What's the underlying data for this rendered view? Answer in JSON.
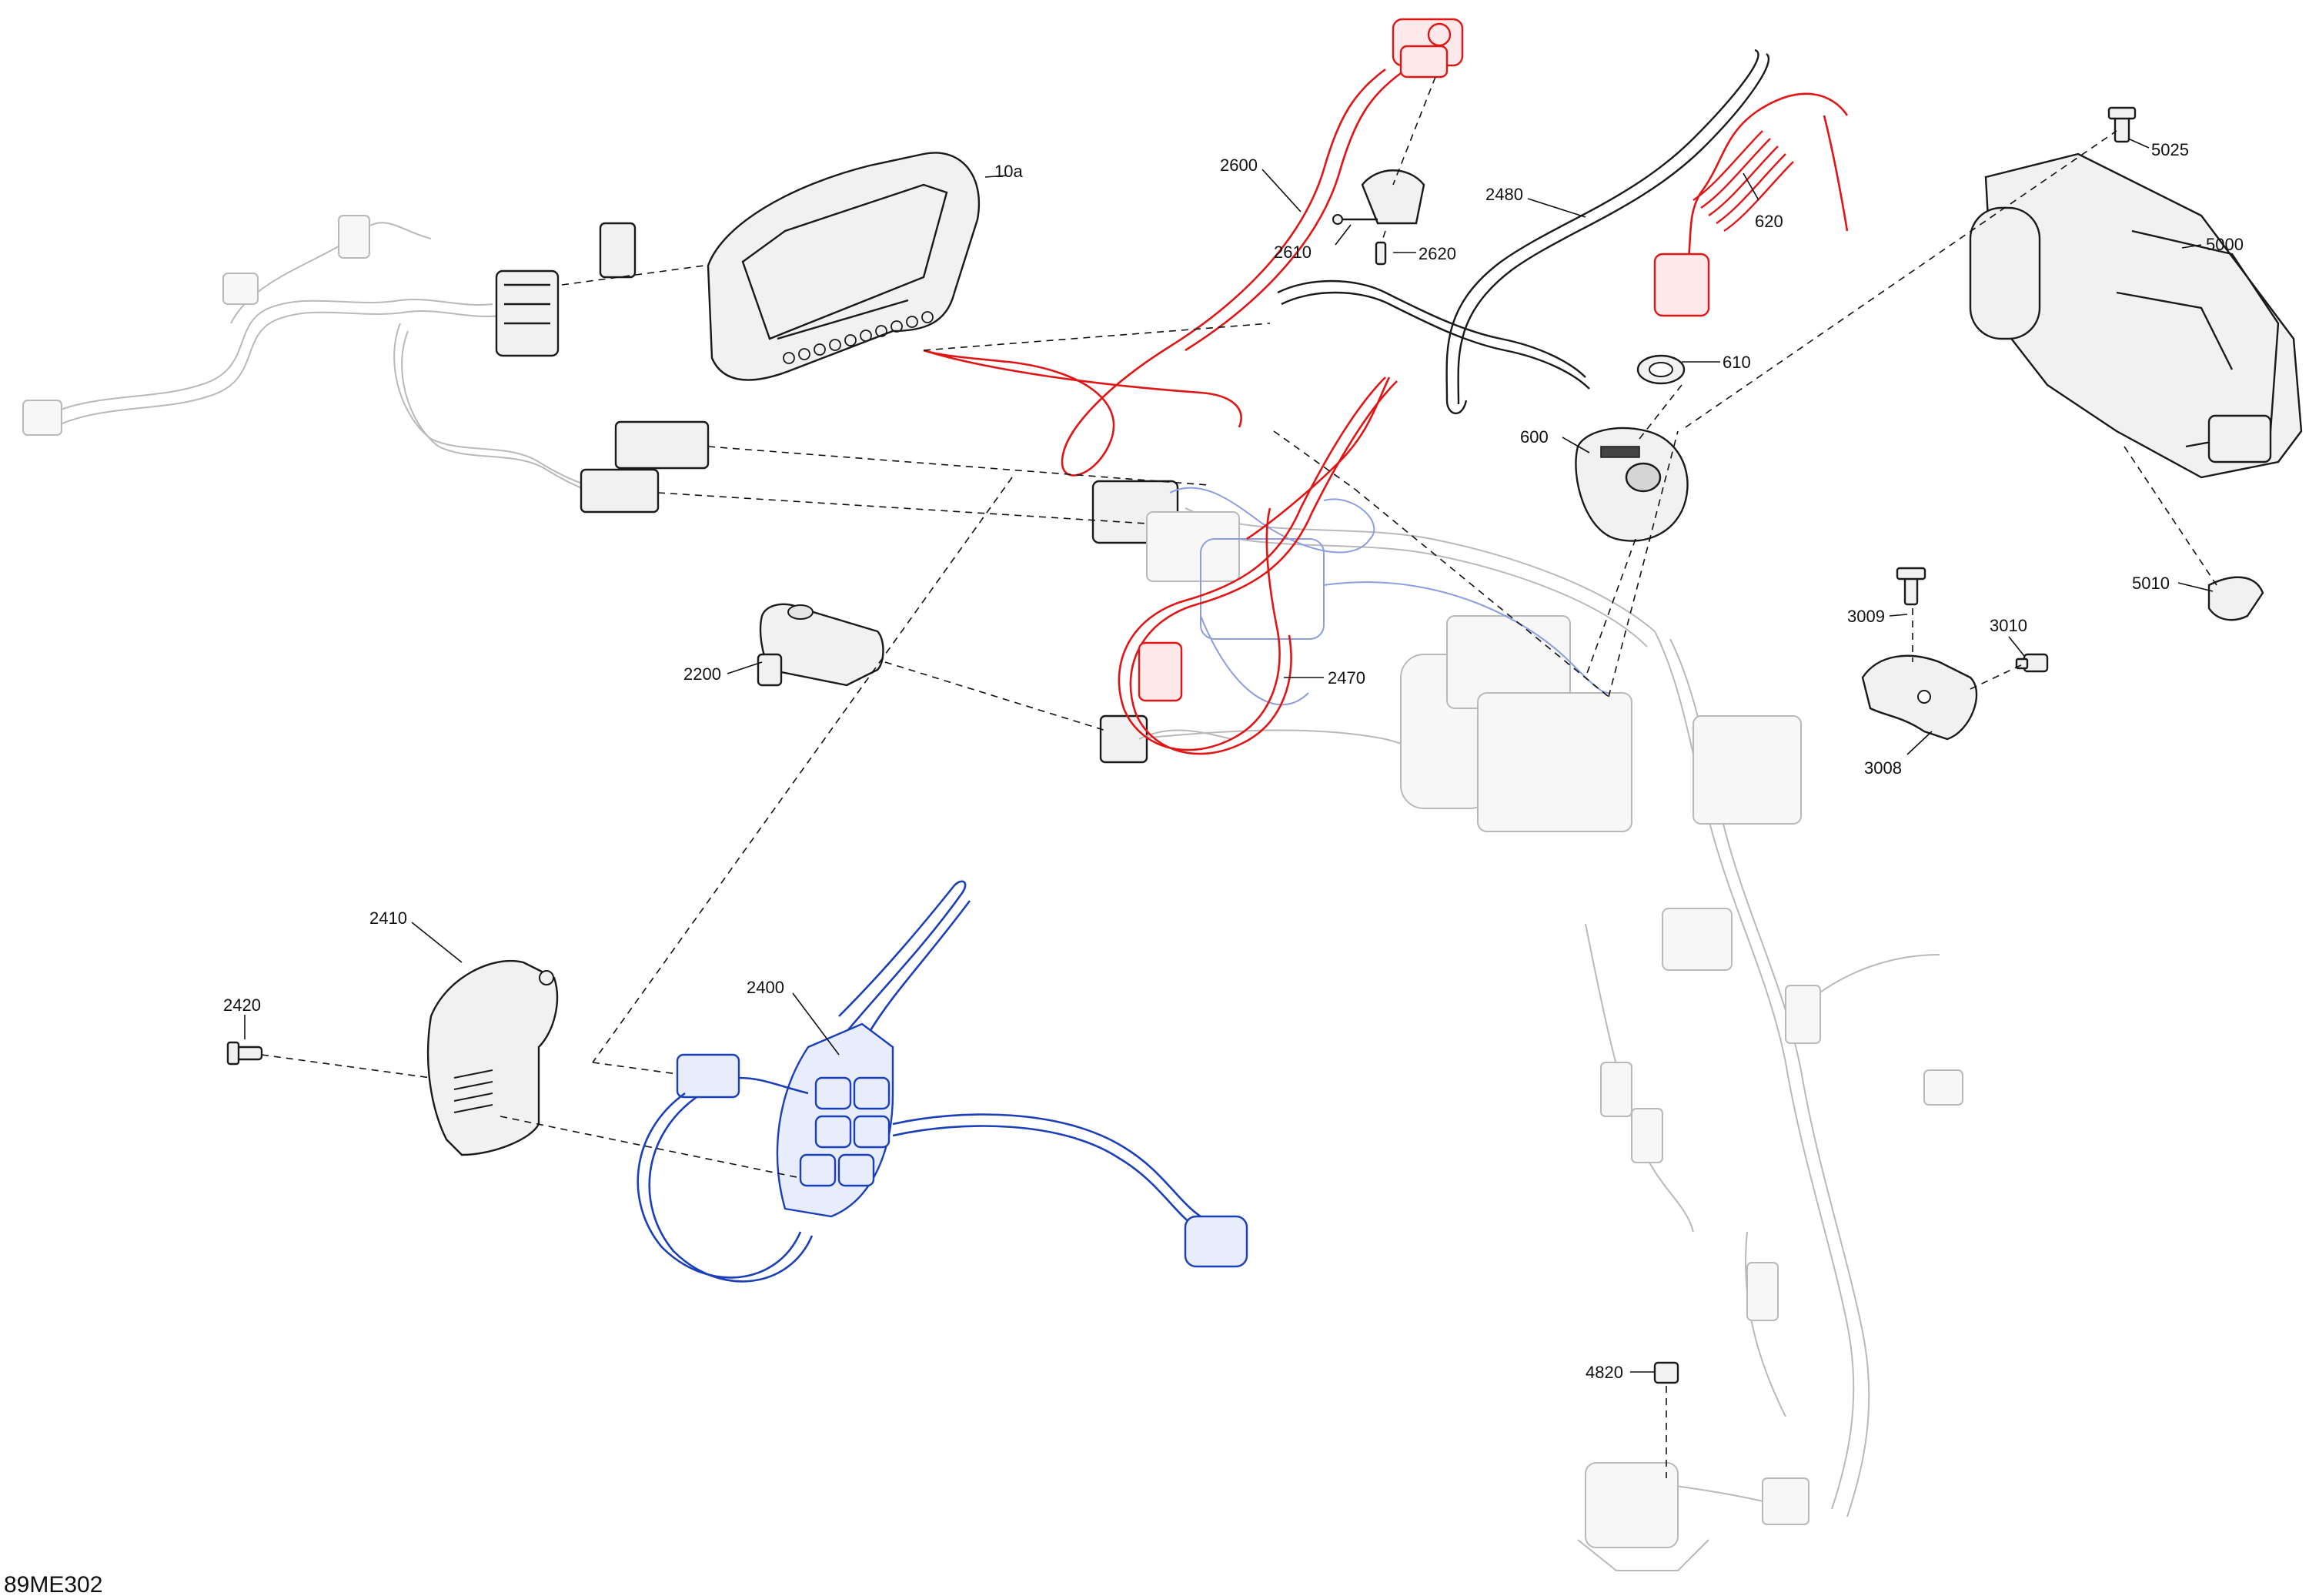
{
  "diagram": {
    "code": "89ME302",
    "parts": [
      {
        "id": "p10a",
        "label": "10a"
      },
      {
        "id": "p2600",
        "label": "2600"
      },
      {
        "id": "p2610",
        "label": "2610"
      },
      {
        "id": "p2620",
        "label": "2620"
      },
      {
        "id": "p2480",
        "label": "2480"
      },
      {
        "id": "p620",
        "label": "620"
      },
      {
        "id": "p5025",
        "label": "5025"
      },
      {
        "id": "p5000",
        "label": "5000"
      },
      {
        "id": "p610",
        "label": "610"
      },
      {
        "id": "p600",
        "label": "600"
      },
      {
        "id": "p5010",
        "label": "5010"
      },
      {
        "id": "p3009",
        "label": "3009"
      },
      {
        "id": "p3010",
        "label": "3010"
      },
      {
        "id": "p3008",
        "label": "3008"
      },
      {
        "id": "p2470",
        "label": "2470"
      },
      {
        "id": "p2200",
        "label": "2200"
      },
      {
        "id": "p2410",
        "label": "2410"
      },
      {
        "id": "p2420",
        "label": "2420"
      },
      {
        "id": "p2400",
        "label": "2400"
      },
      {
        "id": "p4820",
        "label": "4820"
      }
    ],
    "colors": {
      "line": "#111111",
      "highlight_red": "#e01616",
      "highlight_blue": "#1b3fb8",
      "ghost": "#b9b9b9"
    }
  }
}
